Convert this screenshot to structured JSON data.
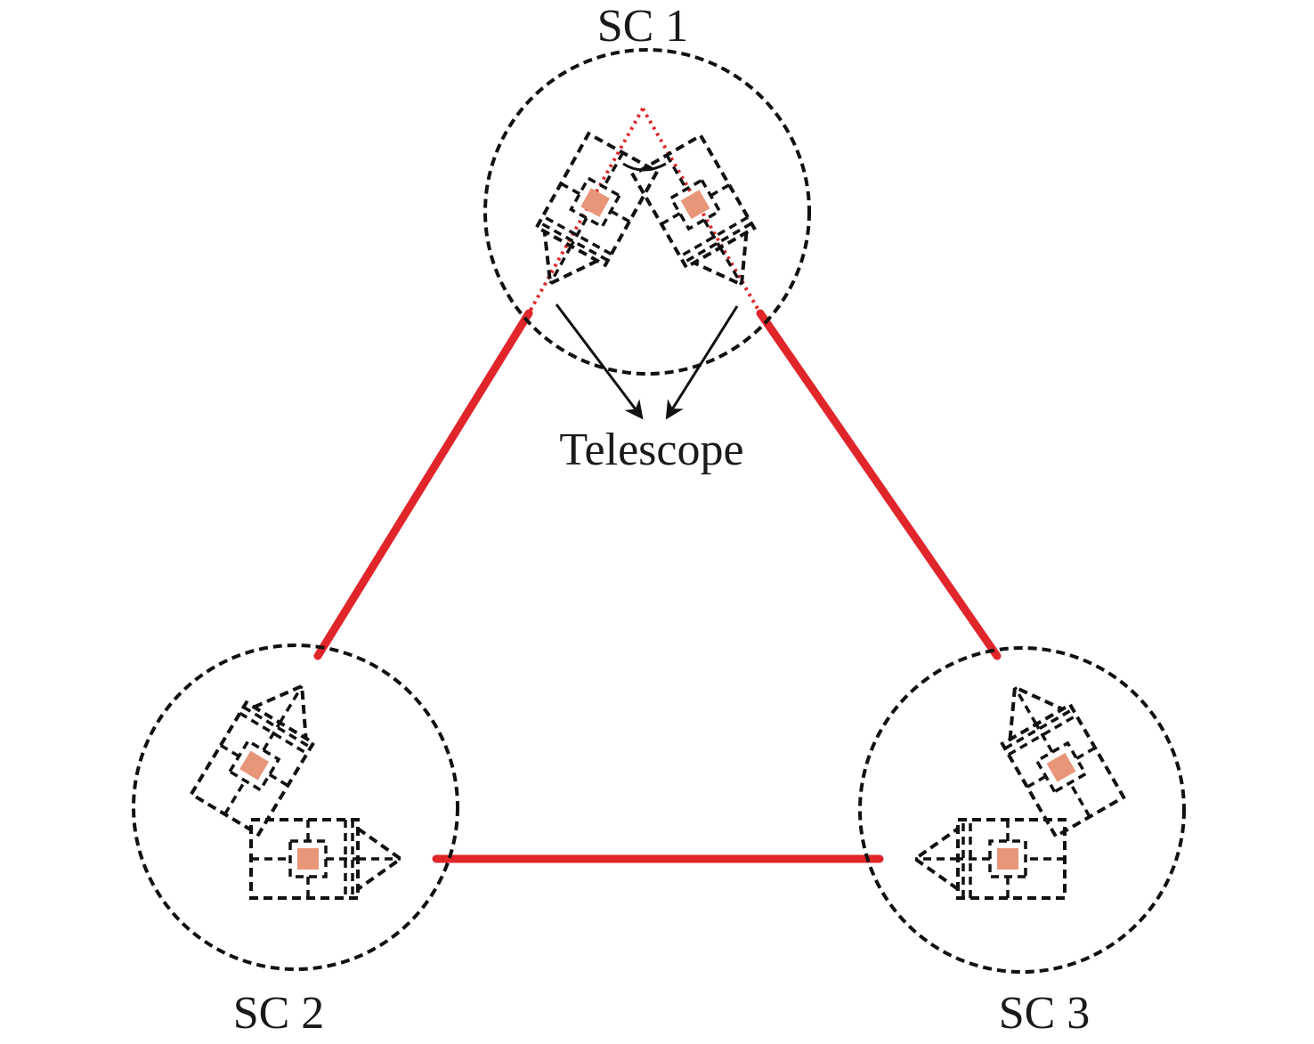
{
  "labels": {
    "sc1": "SC 1",
    "sc2": "SC 2",
    "sc3": "SC 3",
    "telescope": "Telescope"
  },
  "colors": {
    "laser_link": "#e0262b",
    "test_mass": "#e8967a",
    "outline": "#111111",
    "background": "#ffffff"
  }
}
